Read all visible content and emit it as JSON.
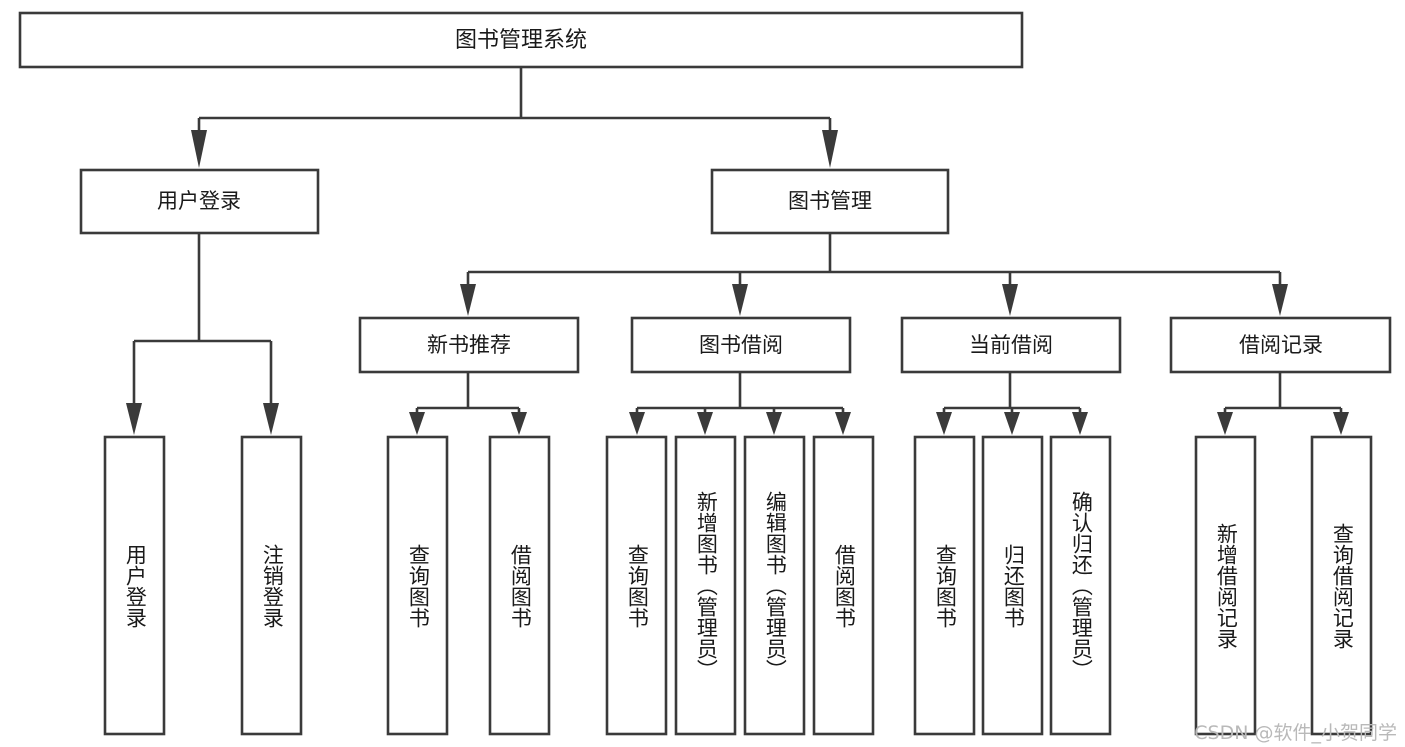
{
  "diagram": {
    "type": "tree",
    "title": "图书管理系统",
    "watermark": "CSDN @软件_小贺同学",
    "colors": {
      "stroke": "#3a3a3a",
      "fill": "#ffffff",
      "text": "#1a1a1a",
      "watermark": "#b9b9b9"
    },
    "nodes": {
      "root": {
        "label": "图书管理系统"
      },
      "level2": [
        {
          "id": "user-login",
          "label": "用户登录"
        },
        {
          "id": "book-manage",
          "label": "图书管理"
        }
      ],
      "level3": [
        {
          "id": "new-book-recommend",
          "label": "新书推荐"
        },
        {
          "id": "book-borrow",
          "label": "图书借阅"
        },
        {
          "id": "current-borrow",
          "label": "当前借阅"
        },
        {
          "id": "borrow-record",
          "label": "借阅记录"
        }
      ],
      "leaves": {
        "user-login": [
          {
            "id": "leaf-user-login",
            "label": "用户登录"
          },
          {
            "id": "leaf-user-logout",
            "label": "注销登录"
          }
        ],
        "new-book-recommend": [
          {
            "id": "leaf-query-book-1",
            "label": "查询图书"
          },
          {
            "id": "leaf-borrow-book-1",
            "label": "借阅图书"
          }
        ],
        "book-borrow": [
          {
            "id": "leaf-query-book-2",
            "label": "查询图书"
          },
          {
            "id": "leaf-add-book",
            "label": "新增图书（管理员）"
          },
          {
            "id": "leaf-edit-book",
            "label": "编辑图书（管理员）"
          },
          {
            "id": "leaf-borrow-book-2",
            "label": "借阅图书"
          }
        ],
        "current-borrow": [
          {
            "id": "leaf-query-book-3",
            "label": "查询图书"
          },
          {
            "id": "leaf-return-book",
            "label": "归还图书"
          },
          {
            "id": "leaf-confirm-return",
            "label": "确认归还（管理员）"
          }
        ],
        "borrow-record": [
          {
            "id": "leaf-add-record",
            "label": "新增借阅记录"
          },
          {
            "id": "leaf-query-record",
            "label": "查询借阅记录"
          }
        ]
      }
    }
  }
}
